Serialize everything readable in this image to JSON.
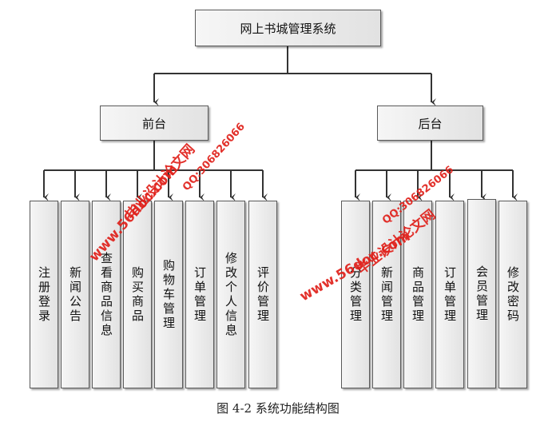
{
  "root": {
    "label": "网上书城管理系统"
  },
  "frontend": {
    "label": "前台",
    "items": [
      "注册登录",
      "新闻公告",
      "查看商品信息",
      "购买商品",
      "购物车管理",
      "订单管理",
      "修改个人信息",
      "评价管理"
    ]
  },
  "backend": {
    "label": "后台",
    "items": [
      "分类管理",
      "新闻管理",
      "商品管理",
      "订单管理",
      "会员管理",
      "修改密码"
    ]
  },
  "caption": "图 4-2 系统功能结构图",
  "watermark": {
    "site": "www.56doc.com",
    "brand": "毕业设计论文网",
    "qq": "QQ:306826066"
  },
  "colors": {
    "line": "#333333",
    "watermark": "#e0201a"
  }
}
